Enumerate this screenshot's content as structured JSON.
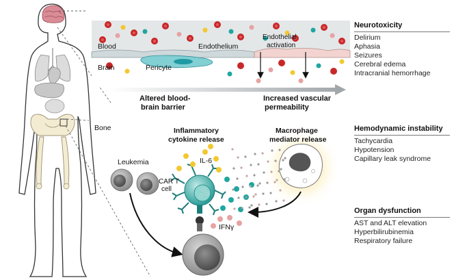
{
  "labels": {
    "blood": "Blood",
    "endothelium": "Endothelium",
    "endothelial_activation_1": "Endothelial",
    "endothelial_activation_2": "activation",
    "brain": "Brain",
    "pericyte": "Pericyte",
    "altered_bbb_1": "Altered blood-",
    "altered_bbb_2": "brain barrier",
    "increased_perm_1": "Increased vascular",
    "increased_perm_2": "permeability",
    "bone": "Bone",
    "inflammatory_1": "Inflammatory",
    "inflammatory_2": "cytokine release",
    "macrophage_1": "Macrophage",
    "macrophage_2": "mediator release",
    "leukemia": "Leukemia",
    "il6": "IL-6",
    "cart_1": "CAR T",
    "cart_2": "cell",
    "ifng": "IFNγ"
  },
  "neurotoxicity": {
    "title": "Neurotoxicity",
    "items": [
      "Delirium",
      "Aphasia",
      "Seizures",
      "Cerebral edema",
      "Intracranial hemorrhage"
    ]
  },
  "hemodynamic": {
    "title": "Hemodynamic instability",
    "items": [
      "Tachycardia",
      "Hypotension",
      "Capillary leak syndrome"
    ]
  },
  "organ": {
    "title": "Organ dysfunction",
    "items": [
      "AST and ALT elevation",
      "Hyperbilirubinemia",
      "Respiratory failure"
    ]
  },
  "colors": {
    "rbc": "#c8282a",
    "yellow_cytokine": "#f2c832",
    "teal_cytokine": "#1fa6a0",
    "pink_cytokine": "#e6a3a3",
    "gray_cell": "#8e8e8e",
    "vessel": "#dde1e3",
    "brain": "#d98c96",
    "glow": "#fbe9a8"
  }
}
